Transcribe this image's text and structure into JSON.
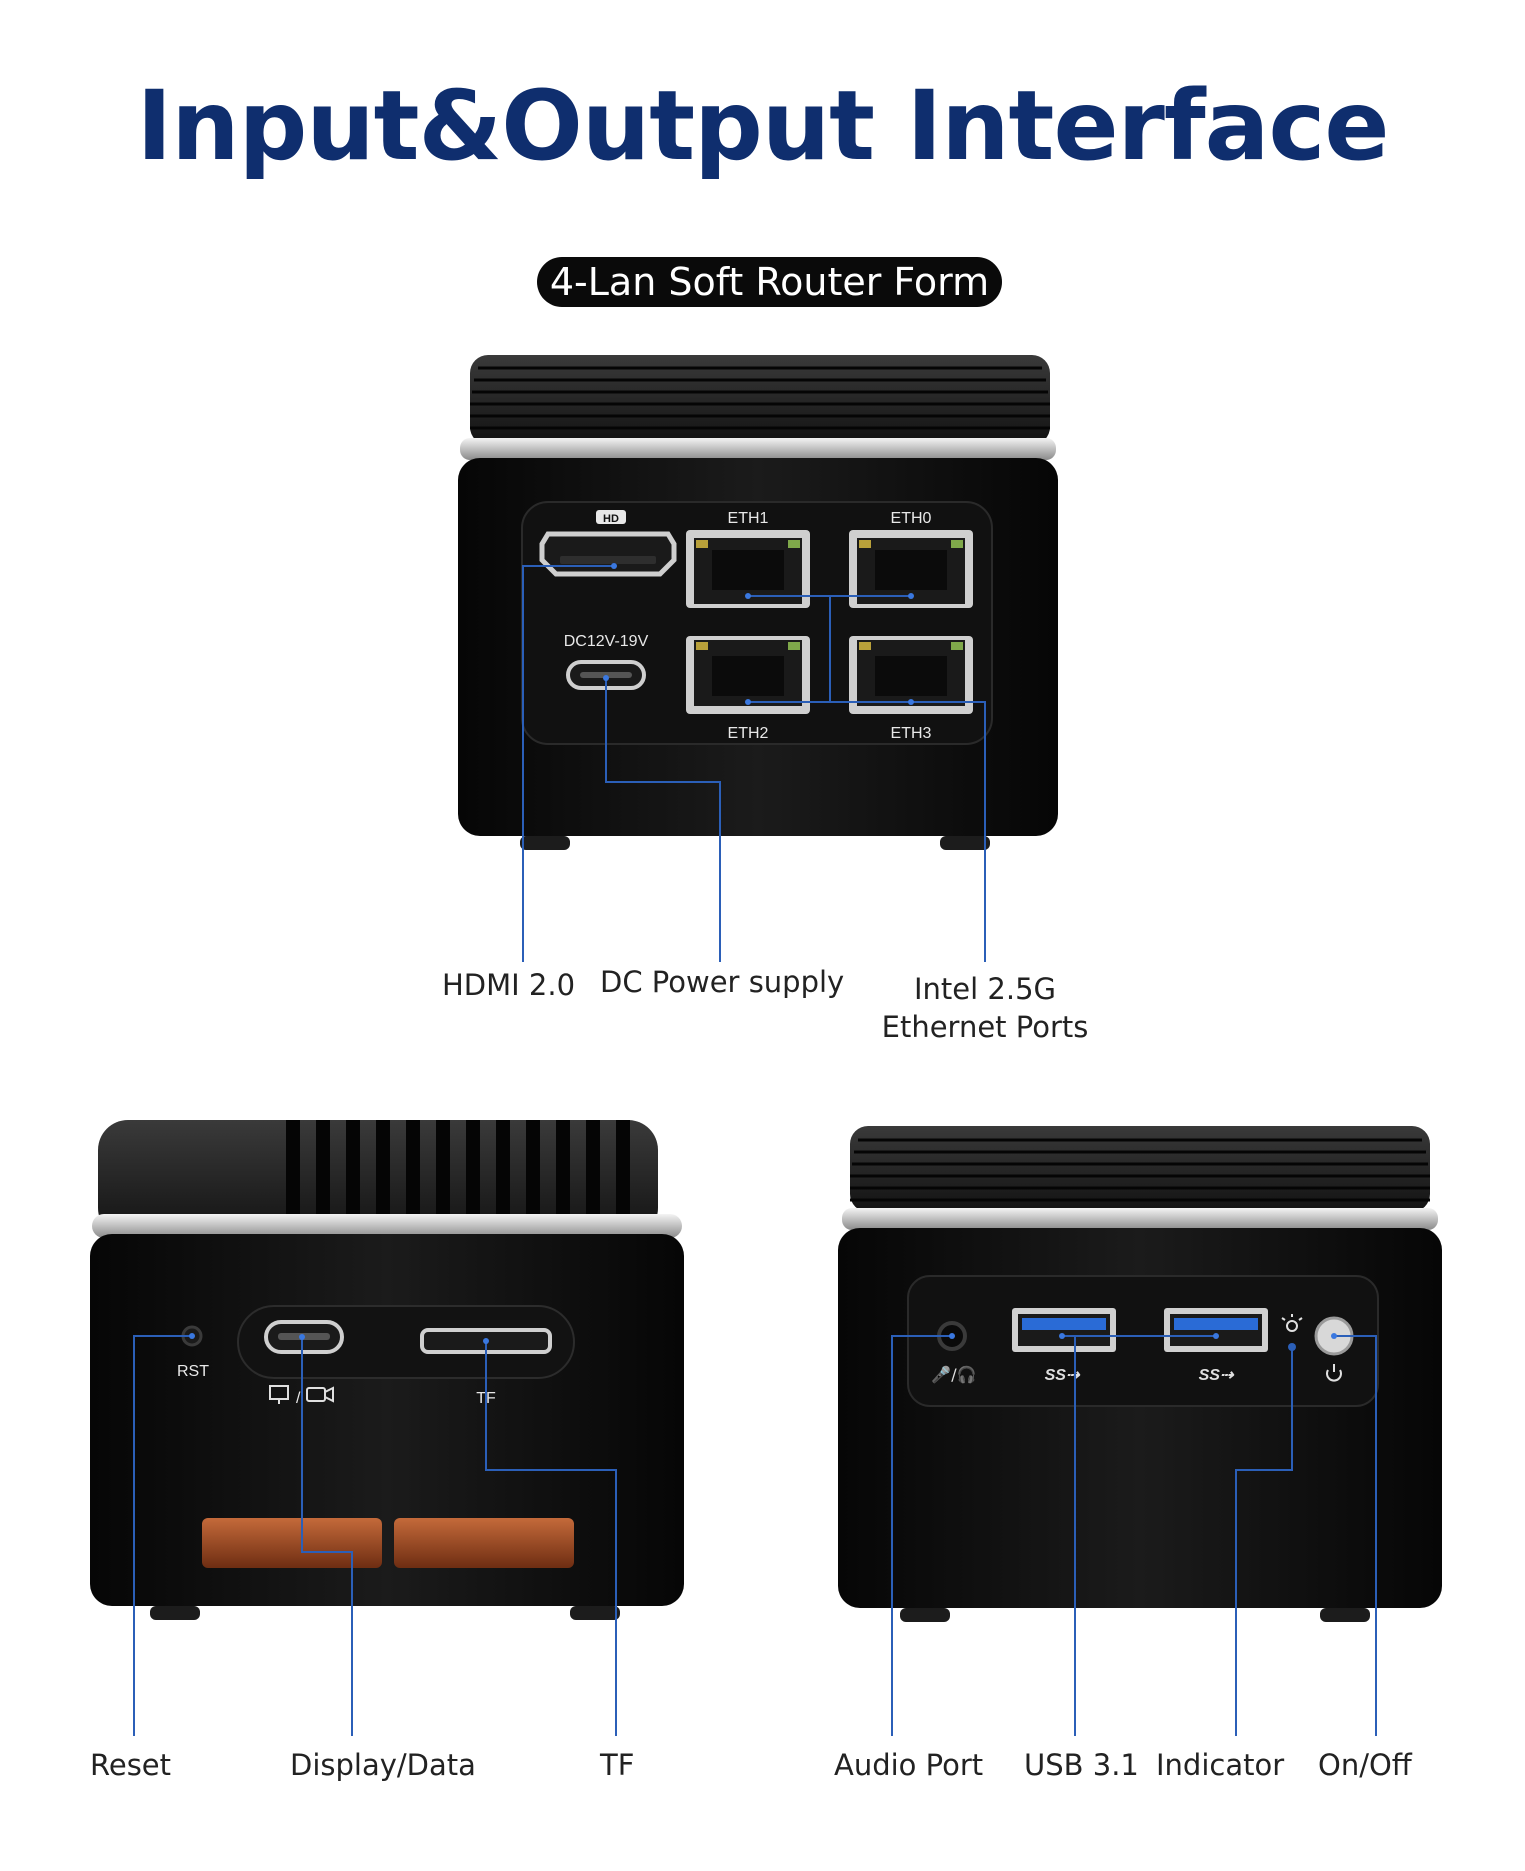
{
  "title": "Input&Output Interface",
  "form_badge": "4-Lan Soft Router Form",
  "top_device": {
    "port_labels": {
      "eth1": "ETH1",
      "eth0": "ETH0",
      "eth2": "ETH2",
      "eth3": "ETH3",
      "dc": "DC12V-19V",
      "hd": "HD"
    },
    "callouts": {
      "hdmi": "HDMI 2.0",
      "dc_power": "DC Power supply",
      "ethernet_line1": "Intel 2.5G",
      "ethernet_line2": "Ethernet Ports"
    }
  },
  "left_device": {
    "port_labels": {
      "rst": "RST",
      "tf": "TF"
    },
    "callouts": {
      "reset": "Reset",
      "display_data": "Display/Data",
      "tf": "TF"
    }
  },
  "right_device": {
    "callouts": {
      "audio": "Audio Port",
      "usb": "USB 3.1",
      "indicator": "Indicator",
      "onoff": "On/Off"
    }
  },
  "colors": {
    "title": "#0f2e6e",
    "leader_line": "#2b5fb8",
    "device_body": "#0d0d0d",
    "vent": "#a9532b"
  },
  "icons": [
    "hd-logo-icon",
    "display-icon",
    "camera-icon",
    "microphone-headphone-icon",
    "usb-ss-icon",
    "led-icon",
    "power-icon"
  ]
}
